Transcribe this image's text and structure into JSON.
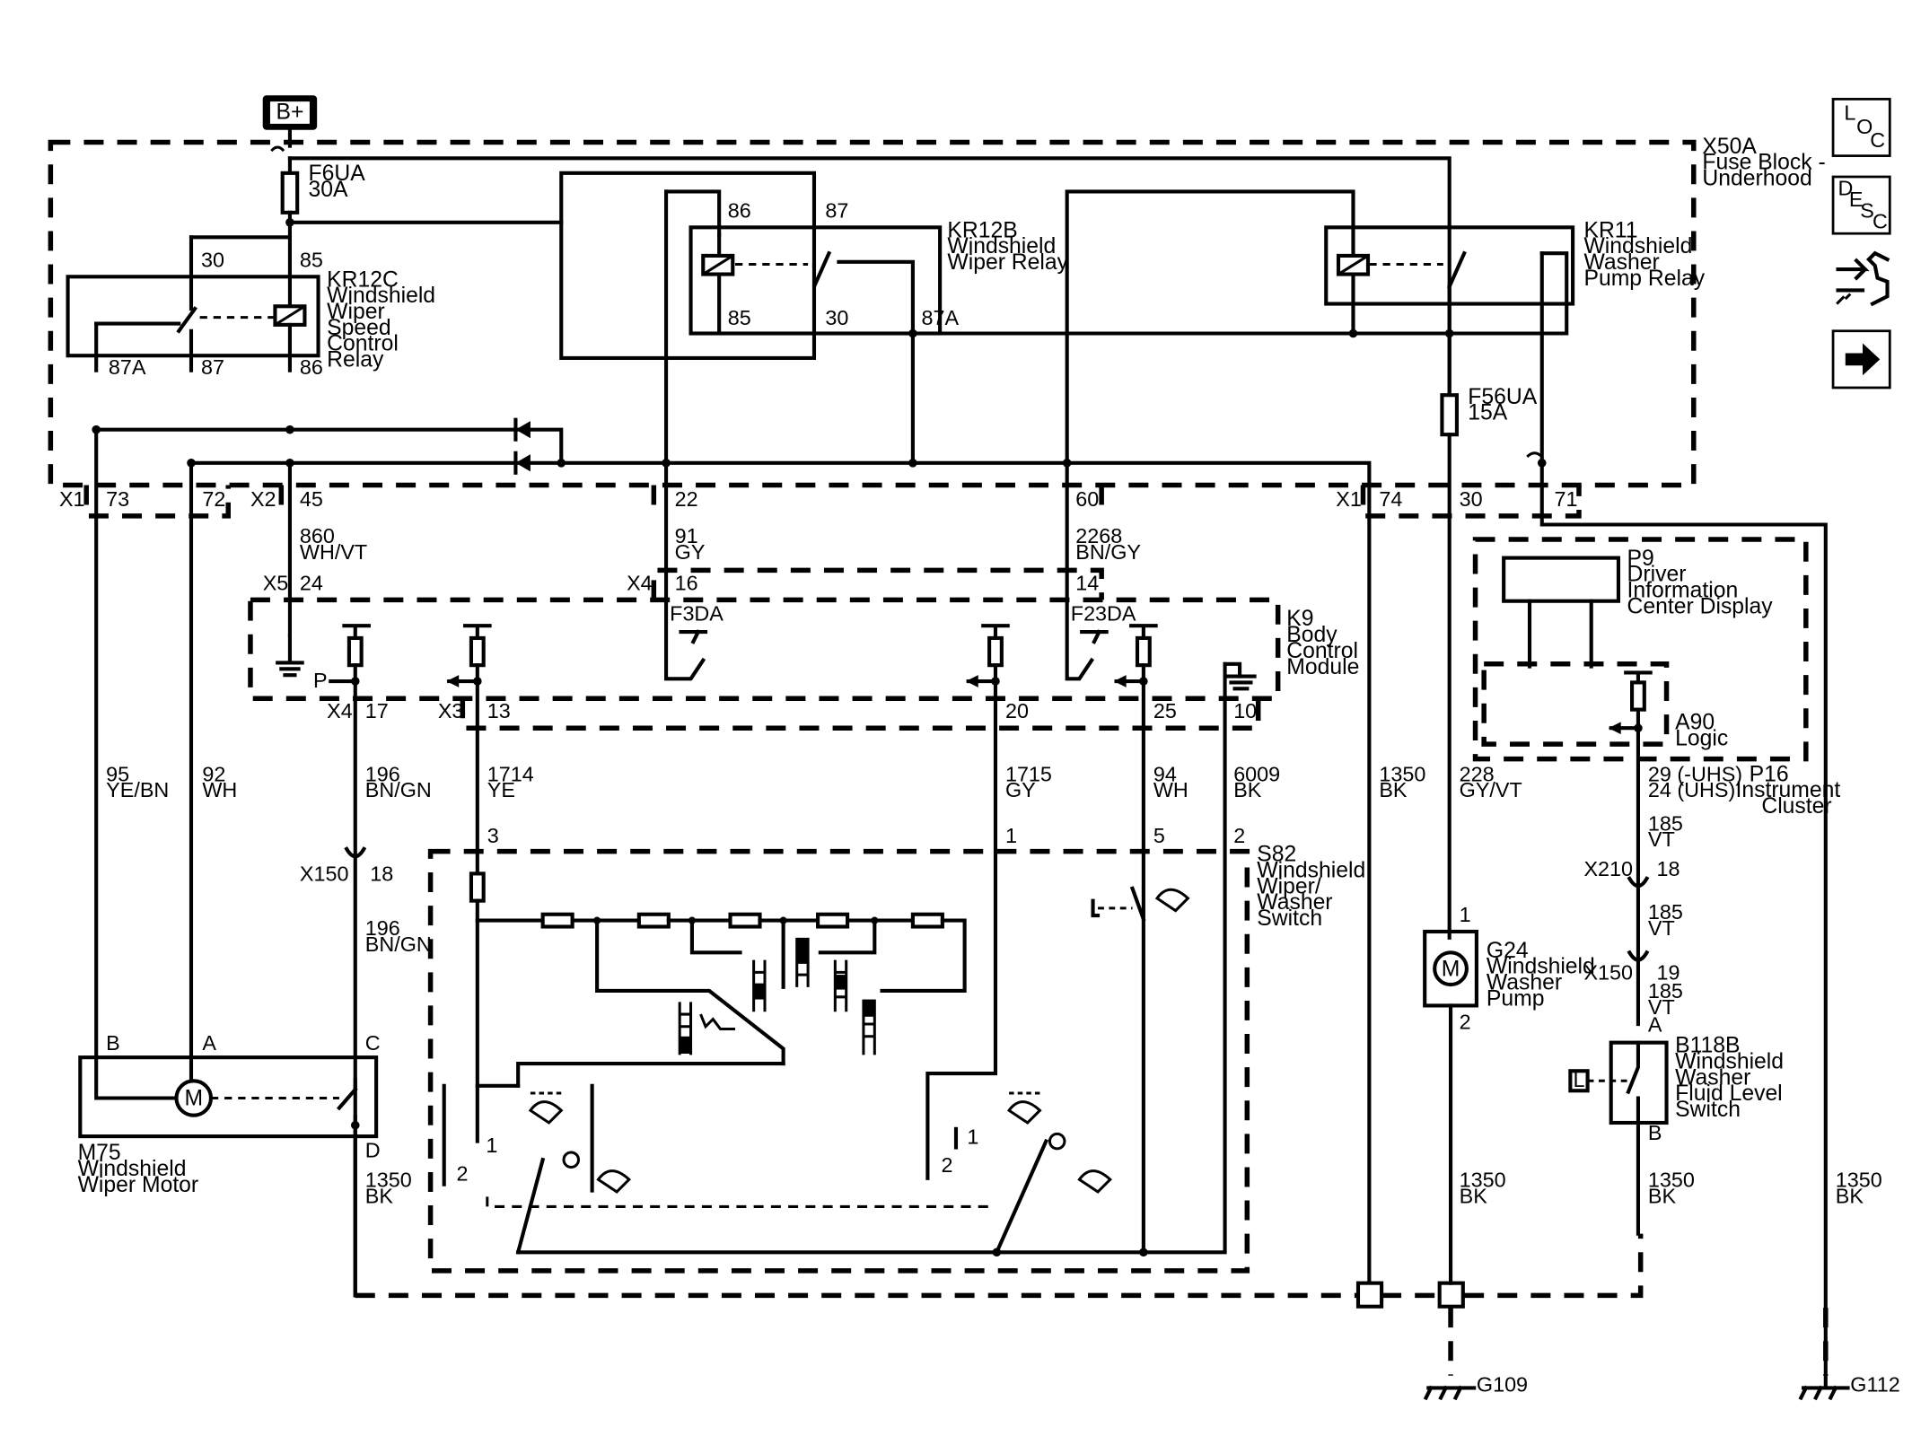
{
  "power": {
    "label": "B+"
  },
  "components": {
    "fuse_block": {
      "name": "X50A",
      "desc": [
        "Fuse Block -",
        "Underhood"
      ]
    },
    "fuse_f6ua": {
      "name": "F6UA",
      "rating": "30A"
    },
    "fuse_f56ua": {
      "name": "F56UA",
      "rating": "15A"
    },
    "kr12c": {
      "name": "KR12C",
      "desc": [
        "Windshield",
        "Wiper",
        "Speed",
        "Control",
        "Relay"
      ],
      "pins": [
        "30",
        "85",
        "87A",
        "87",
        "86"
      ]
    },
    "kr12b": {
      "name": "KR12B",
      "desc": [
        "Windshield",
        "Wiper Relay"
      ],
      "pins": [
        "86",
        "87",
        "85",
        "30",
        "87A"
      ]
    },
    "kr11": {
      "name": "KR11",
      "desc": [
        "Windshield",
        "Washer",
        "Pump Relay"
      ]
    },
    "k9": {
      "name": "K9",
      "desc": [
        "Body",
        "Control",
        "Module"
      ],
      "outputs": [
        "F3DA",
        "F23DA"
      ],
      "p_label": "P"
    },
    "s82": {
      "name": "S82",
      "desc": [
        "Windshield",
        "Wiper/",
        "Washer",
        "Switch"
      ],
      "pins": [
        "3",
        "1",
        "5",
        "2"
      ],
      "pos_labels": [
        "1",
        "2",
        "1",
        "2"
      ]
    },
    "m75": {
      "name": "M75",
      "desc": [
        "Windshield",
        "Wiper Motor"
      ],
      "pins": [
        "B",
        "A",
        "C",
        "D"
      ],
      "symbol": "M"
    },
    "g24": {
      "name": "G24",
      "desc": [
        "Windshield",
        "Washer",
        "Pump"
      ],
      "pins": [
        "1",
        "2"
      ],
      "symbol": "M"
    },
    "p9": {
      "name": "P9",
      "desc": [
        "Driver",
        "Information",
        "Center Display"
      ]
    },
    "a90": {
      "name": "A90",
      "desc": "Logic"
    },
    "p16": {
      "name": "P16",
      "desc": [
        "Instrument",
        "Cluster"
      ]
    },
    "b118b": {
      "name": "B118B",
      "desc": [
        "Windshield",
        "Washer",
        "Fluid Level",
        "Switch"
      ],
      "pins": [
        "A",
        "B"
      ],
      "symbol": "L"
    }
  },
  "connectors": {
    "x1_left": {
      "name": "X1",
      "pins": [
        "73",
        "72"
      ]
    },
    "x2": {
      "name": "X2",
      "pin": "45"
    },
    "x50_pins": [
      "22",
      "60"
    ],
    "x1_right": {
      "name": "X1",
      "pins": [
        "74",
        "30",
        "71"
      ]
    },
    "x5": {
      "name": "X5",
      "pin": "24"
    },
    "x4_top": {
      "name": "X4",
      "pins": [
        "16",
        "14"
      ]
    },
    "x4_bottom": {
      "name": "X4",
      "pin": "17"
    },
    "x3": {
      "name": "X3",
      "pins": [
        "13",
        "20",
        "25",
        "10"
      ]
    },
    "x150_a": {
      "name": "X150",
      "pin": "18"
    },
    "x210": {
      "name": "X210",
      "pin": "18"
    },
    "x150_b": {
      "name": "X150",
      "pin": "19"
    },
    "p16_pins": [
      "29 (-UHS)",
      "24 (UHS)"
    ]
  },
  "wires": {
    "w860": [
      "860",
      "WH/VT"
    ],
    "w91": [
      "91",
      "GY"
    ],
    "w2268": [
      "2268",
      "BN/GY"
    ],
    "w95": [
      "95",
      "YE/BN"
    ],
    "w92": [
      "92",
      "WH"
    ],
    "w196a": [
      "196",
      "BN/GN"
    ],
    "w196b": [
      "196",
      "BN/GN"
    ],
    "w1714": [
      "1714",
      "YE"
    ],
    "w1715": [
      "1715",
      "GY"
    ],
    "w94": [
      "94",
      "WH"
    ],
    "w6009": [
      "6009",
      "BK"
    ],
    "w1350_a": [
      "1350",
      "BK"
    ],
    "w1350_b": [
      "1350",
      "BK"
    ],
    "w1350_c": [
      "1350",
      "BK"
    ],
    "w1350_d": [
      "1350",
      "BK"
    ],
    "w1350_e": [
      "1350",
      "BK"
    ],
    "w228": [
      "228",
      "GY/VT"
    ],
    "w185a": [
      "185",
      "VT"
    ],
    "w185b": [
      "185",
      "VT"
    ],
    "w185c": [
      "185",
      "VT"
    ]
  },
  "grounds": [
    "G109",
    "G112"
  ],
  "side_icons": [
    {
      "name": "loc-icon",
      "label": "LOC"
    },
    {
      "name": "desc-icon",
      "label": "DESC"
    },
    {
      "name": "connector-tool-icon",
      "label": ""
    },
    {
      "name": "next-arrow-icon",
      "label": ""
    }
  ]
}
